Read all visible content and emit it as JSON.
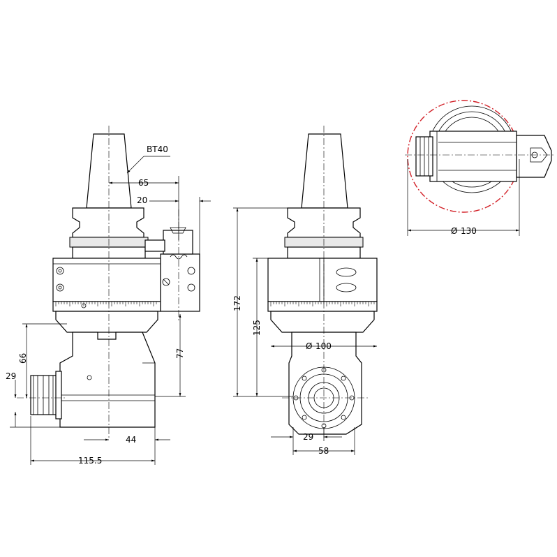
{
  "drawing": {
    "holder_label": "BT40",
    "dims": {
      "d65": "65",
      "d20": "20",
      "d77": "77",
      "d66": "66",
      "d29_left": "29",
      "d44": "44",
      "d115": "115.5",
      "d172": "172",
      "d125": "125",
      "d100": "100",
      "d29_bottom": "29",
      "d58": "58",
      "d130": "130"
    },
    "diameter_symbol": "Ø",
    "accent_color": "#d21f26"
  }
}
